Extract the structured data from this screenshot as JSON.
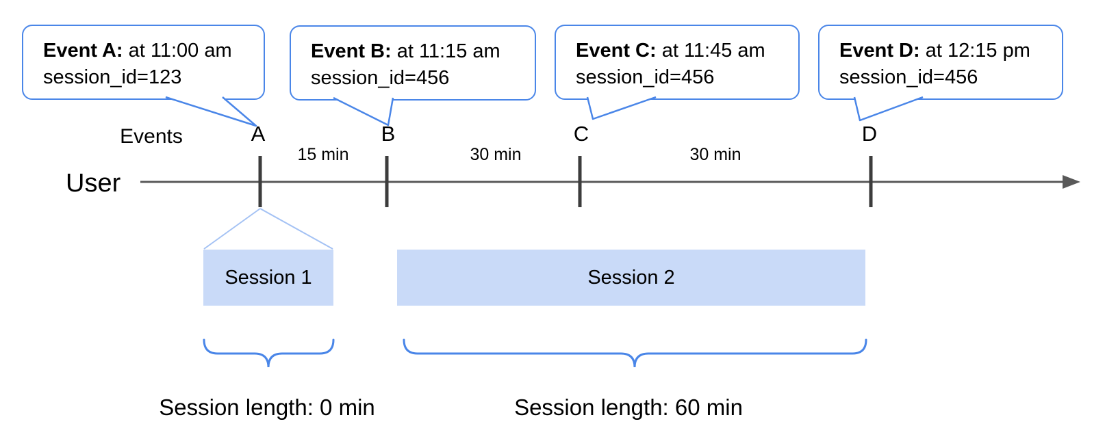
{
  "labels": {
    "events_axis": "Events",
    "user_row": "User"
  },
  "events": [
    {
      "letter": "A",
      "callout_bold": "Event A:",
      "callout_time": " at 11:00 am",
      "callout_session": "session_id=123"
    },
    {
      "letter": "B",
      "callout_bold": "Event B:",
      "callout_time": " at 11:15 am",
      "callout_session": "session_id=456"
    },
    {
      "letter": "C",
      "callout_bold": "Event C:",
      "callout_time": " at 11:45 am",
      "callout_session": "session_id=456"
    },
    {
      "letter": "D",
      "callout_bold": "Event D:",
      "callout_time": " at 12:15 pm",
      "callout_session": "session_id=456"
    }
  ],
  "intervals": [
    {
      "label": "15 min"
    },
    {
      "label": "30 min"
    },
    {
      "label": "30 min"
    }
  ],
  "sessions": [
    {
      "label": "Session 1",
      "length": "Session length: 0 min"
    },
    {
      "label": "Session 2",
      "length": "Session length: 60 min"
    }
  ],
  "colors": {
    "bubble_border": "#4a86e8",
    "brace": "#4a86e8",
    "funnel": "#a4c2f4",
    "session_fill": "#c9daf8",
    "timeline": "#595959",
    "tick": "#3c3c3c"
  }
}
